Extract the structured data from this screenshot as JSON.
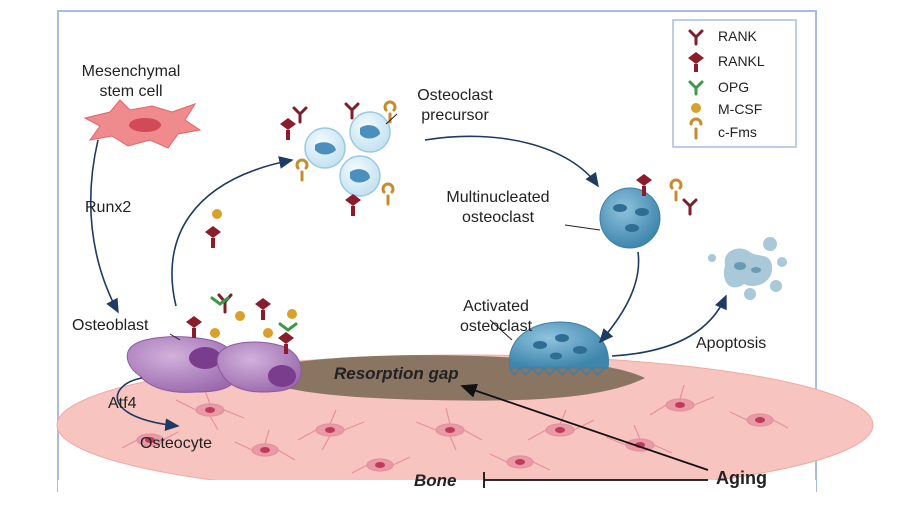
{
  "diagram": {
    "labels": {
      "msc": "Mesenchymal\nstem cell",
      "runx2": "Runx2",
      "osteoblast": "Osteoblast",
      "atf4": "Atf4",
      "osteocyte": "Osteocyte",
      "osteoclast_precursor": "Osteoclast\nprecursor",
      "multinucleated_osteoclast": "Multinucleated\nosteoclast",
      "activated_osteoclast": "Activated\nosteoclast",
      "apoptosis": "Apoptosis",
      "resorption_gap": "Resorption gap",
      "bone": "Bone",
      "aging": "Aging"
    },
    "legend": [
      {
        "label": "RANK",
        "icon": "rank-receptor-icon",
        "color": "#7b1f2a"
      },
      {
        "label": "RANKL",
        "icon": "rankl-ligand-icon",
        "color": "#8a1c2b"
      },
      {
        "label": "OPG",
        "icon": "opg-icon",
        "color": "#3a9a4a"
      },
      {
        "label": "M-CSF",
        "icon": "mcsf-icon",
        "color": "#d9a02b"
      },
      {
        "label": "c-Fms",
        "icon": "cfms-icon",
        "color": "#c98a2a"
      }
    ],
    "colors": {
      "frame": "#a9bde0",
      "bone": "#f7c4bf",
      "resorption": "#8a7563",
      "osteoblast": "#b58ac2",
      "osteoclast": "#5b9ec2",
      "msc": "#ef8b8d",
      "arrow": "#1f3a63"
    }
  }
}
